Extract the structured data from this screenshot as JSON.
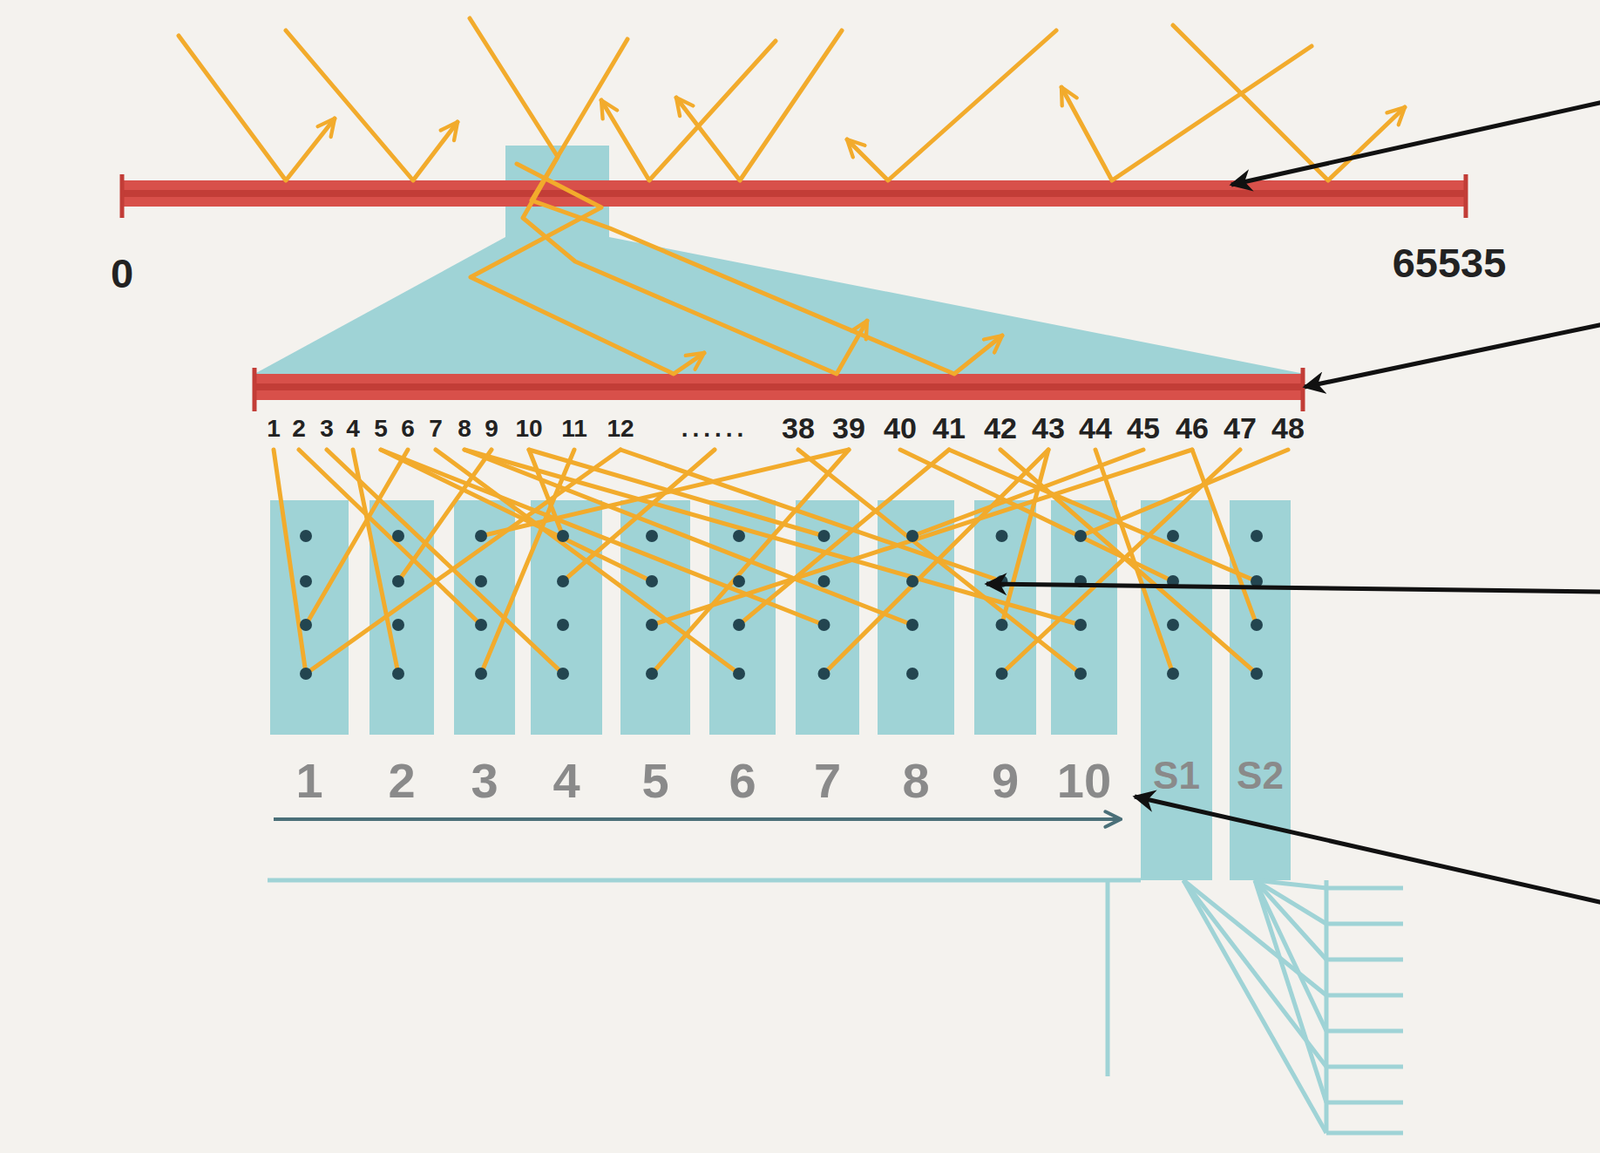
{
  "diagram": {
    "nodes": [
      {
        "text": [
          "1"
        ]
      },
      {
        "text": [
          "2"
        ]
      },
      {
        "text": [
          "3"
        ]
      },
      {
        "text": [
          "4"
        ]
      },
      {
        "text": [
          "5"
        ]
      },
      {
        "text": [
          "6"
        ]
      },
      {
        "text": [
          "7"
        ]
      },
      {
        "text": [
          "8"
        ]
      },
      {
        "text": [
          "9"
        ]
      },
      {
        "text": [
          "10"
        ]
      },
      {
        "text": [
          "S1"
        ]
      },
      {
        "text": [
          "S2"
        ]
      }
    ],
    "labels": [
      "0",
      "65535",
      "1",
      "2",
      "3",
      "4",
      "5",
      "6",
      "7",
      "8",
      "9",
      "10",
      "11",
      "12",
      "......",
      "38",
      "39",
      "40",
      "41",
      "42",
      "43",
      "44",
      "45",
      "46",
      "47",
      "48"
    ]
  }
}
